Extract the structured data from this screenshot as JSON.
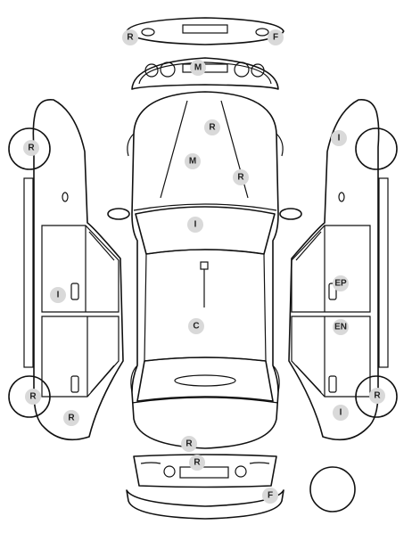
{
  "markers": {
    "front_bumper_right": "R",
    "front_bumper_front": "F",
    "grille": "M",
    "hood_right": "R",
    "hood_middle": "M",
    "hood_right_lower": "R",
    "windshield": "I",
    "roof": "C",
    "left_front_wheel": "R",
    "left_front_door": "I",
    "left_rear_wheel": "R",
    "left_rear_quarter": "R",
    "right_front_fender": "I",
    "right_front_door": "EP",
    "right_rear_door": "EN",
    "right_rear_wheel": "R",
    "right_rear_quarter": "I",
    "trunk_lid": "R",
    "rear_panel": "R",
    "rear_bumper": "F"
  }
}
